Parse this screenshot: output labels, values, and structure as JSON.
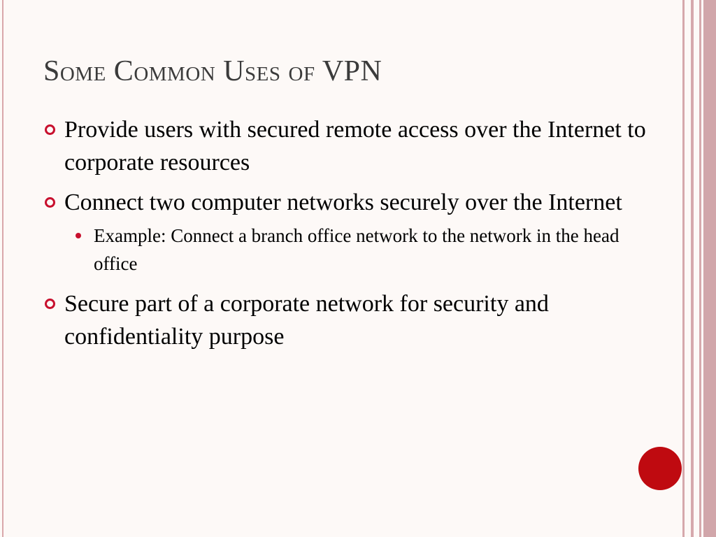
{
  "slide": {
    "title": "Some Common Uses of VPN",
    "bullets": [
      "Provide users with secured remote access over the Internet to corporate resources",
      "Connect two computer networks securely over the Internet",
      "Secure part of a corporate network for security and confidentiality purpose"
    ],
    "sub_bullets": [
      "Example: Connect a branch office network to the network in the head office"
    ]
  },
  "colors": {
    "accent": "#c8102e",
    "title": "#3b3b3b",
    "border": "#d6a8ac",
    "background": "#fdf9f7"
  },
  "icons": {
    "bullet": "hollow-circle-bullet-icon",
    "sub_bullet": "filled-dot-bullet-icon",
    "decoration": "red-circle-icon"
  }
}
